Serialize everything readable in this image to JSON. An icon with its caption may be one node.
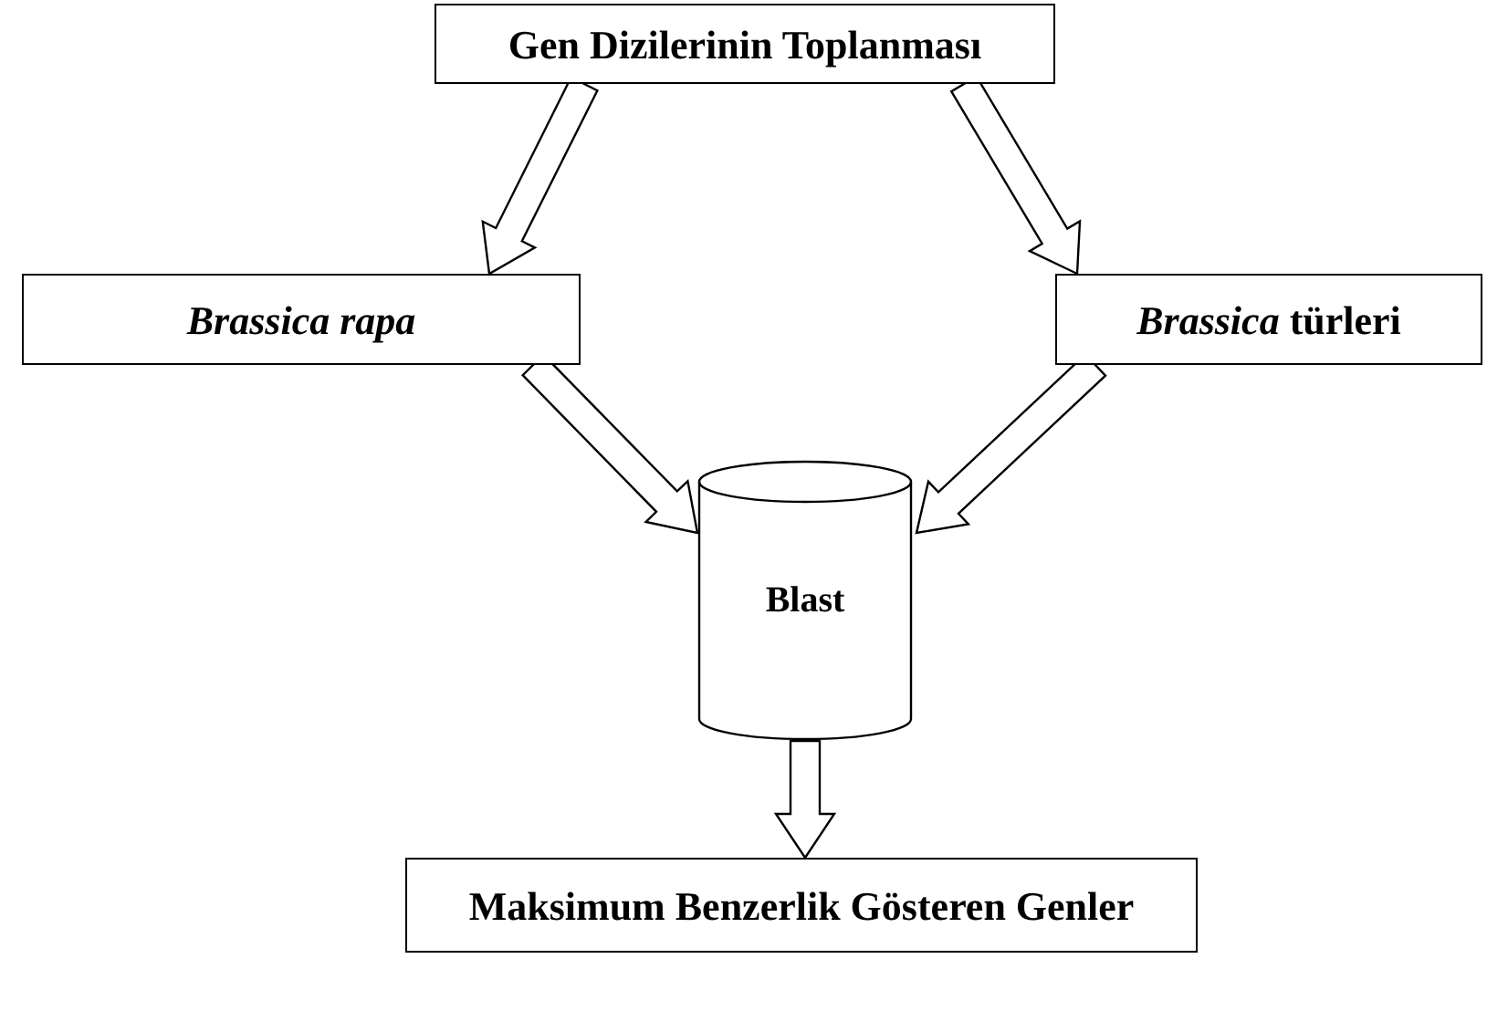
{
  "diagram": {
    "nodes": [
      {
        "text": [
          "Gen Dizilerinin Toplanması"
        ]
      },
      {
        "text": [
          "*Brassica rapa*"
        ]
      },
      {
        "text": [
          "*Brassica* türleri"
        ]
      },
      {
        "text": [
          "Blast"
        ]
      },
      {
        "text": [
          "Maksimum Benzerlik Gösteren Genler"
        ]
      }
    ],
    "edges": [
      {
        "from": 0,
        "to": 1,
        "arrow": "to"
      },
      {
        "from": 0,
        "to": 2,
        "arrow": "to"
      },
      {
        "from": 1,
        "to": 3,
        "arrow": "to"
      },
      {
        "from": 2,
        "to": 3,
        "arrow": "to"
      },
      {
        "from": 3,
        "to": 4,
        "arrow": "to"
      }
    ]
  }
}
